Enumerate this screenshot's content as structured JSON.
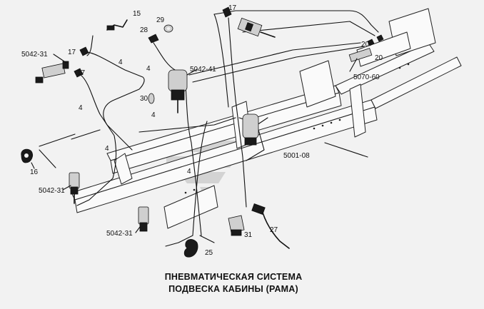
{
  "title": {
    "line1": "ПНЕВМАТИЧЕСКАЯ СИСТЕМА",
    "line2": "ПОДВЕСКА КАБИНЫ (РАМА)"
  },
  "labels": [
    {
      "id": "lbl-15",
      "text": "15"
    },
    {
      "id": "lbl-29",
      "text": "29"
    },
    {
      "id": "lbl-28",
      "text": "28"
    },
    {
      "id": "lbl-17-top",
      "text": "17"
    },
    {
      "id": "lbl-5042-31-a",
      "text": "5042-31"
    },
    {
      "id": "lbl-17-a",
      "text": "17"
    },
    {
      "id": "lbl-4-a",
      "text": "4"
    },
    {
      "id": "lbl-17-b",
      "text": "17"
    },
    {
      "id": "lbl-4-b",
      "text": "4"
    },
    {
      "id": "lbl-5042-41",
      "text": "5042-41"
    },
    {
      "id": "lbl-20-a",
      "text": "20"
    },
    {
      "id": "lbl-20-b",
      "text": "20"
    },
    {
      "id": "lbl-5070-60",
      "text": "5070-60"
    },
    {
      "id": "lbl-30",
      "text": "30"
    },
    {
      "id": "lbl-4-c",
      "text": "4"
    },
    {
      "id": "lbl-4-d",
      "text": "4"
    },
    {
      "id": "lbl-4-e",
      "text": "4"
    },
    {
      "id": "lbl-16",
      "text": "16"
    },
    {
      "id": "lbl-5001-08",
      "text": "5001-08"
    },
    {
      "id": "lbl-4-f",
      "text": "4"
    },
    {
      "id": "lbl-5042-31-b",
      "text": "5042-31"
    },
    {
      "id": "lbl-27",
      "text": "27"
    },
    {
      "id": "lbl-31",
      "text": "31"
    },
    {
      "id": "lbl-5042-31-c",
      "text": "5042-31"
    },
    {
      "id": "lbl-25",
      "text": "25"
    }
  ],
  "colors": {
    "background": "#f2f2f2",
    "line": "#111111",
    "watermark": "#b9b9b9"
  }
}
